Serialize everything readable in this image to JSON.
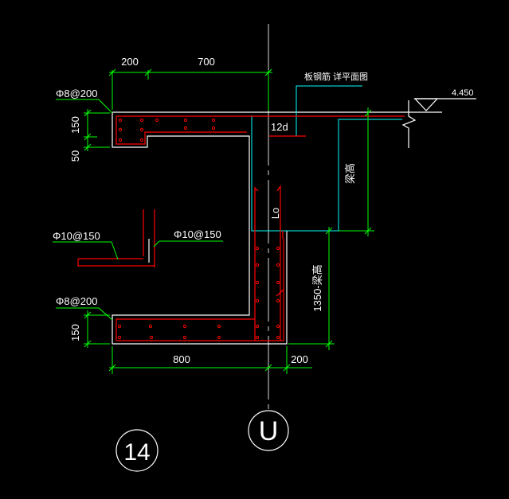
{
  "canvas": {
    "background": "#000000"
  },
  "colors": {
    "outline": "#ffffff",
    "rebar": "#ff0000",
    "dimension": "#00ff00",
    "leader_cyan": "#00ffff",
    "axis": "#d8d8d8"
  },
  "labels": {
    "dim_top_left": "200",
    "dim_top_right": "700",
    "slab_rebar_note": "板钢筋 详平面图",
    "level": "4.450",
    "rebar_top_left": "Φ8@200",
    "dim_slab_thickness": "150",
    "dim_step": "50",
    "anchorage": "12d",
    "beam_height": "梁高",
    "length_lo": "Lo",
    "rebar_hook_left": "Φ10@150",
    "rebar_hook_right": "Φ10@150",
    "rebar_bottom_left": "Φ8@200",
    "dim_bottom_thickness": "150",
    "dim_height": "1350-梁高",
    "dim_bottom_left": "800",
    "dim_bottom_right": "200",
    "axis_label": "U",
    "detail_number": "14"
  }
}
